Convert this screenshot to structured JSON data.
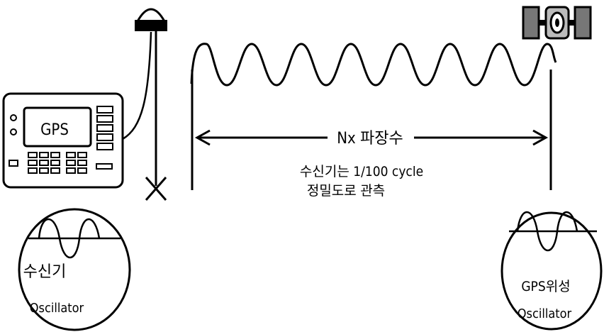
{
  "receiver": {
    "screen_label": "GPS"
  },
  "measurement": {
    "span_label": "Nx 파장수",
    "precision_line1": "수신기는 1/100 cycle",
    "precision_line2": "정밀도로 관측"
  },
  "receiver_oscillator": {
    "line1": "수신기",
    "line2": "Oscillator"
  },
  "satellite_oscillator": {
    "line1": "GPS위성",
    "line2": "Oscillator"
  },
  "colors": {
    "ink": "#000000",
    "background": "#ffffff"
  }
}
